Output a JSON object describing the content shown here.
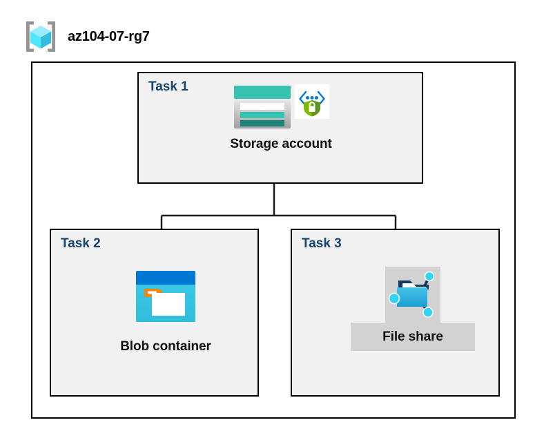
{
  "diagram": {
    "background_color": "#ffffff",
    "title_color": "#000000",
    "task_label_color": "#17446e",
    "box_fill": "#f1f1f1",
    "box_border": "#000000",
    "highlight_fill": "#d2d2d2",
    "connector_color": "#1a1a1a"
  },
  "header": {
    "title": "az104-07-rg7",
    "icon": "resource-group-icon"
  },
  "container": {
    "name": "resource-group-container"
  },
  "tasks": [
    {
      "id": "task1",
      "label": "Task 1",
      "node": {
        "caption": "Storage account",
        "icons": [
          "storage-account-icon",
          "secure-encryption-icon"
        ],
        "highlighted": false
      }
    },
    {
      "id": "task2",
      "label": "Task 2",
      "node": {
        "caption": "Blob container",
        "icons": [
          "blob-container-icon"
        ],
        "highlighted": false
      }
    },
    {
      "id": "task3",
      "label": "Task 3",
      "node": {
        "caption": "File share",
        "icons": [
          "file-share-icon"
        ],
        "highlighted": true
      }
    }
  ],
  "connections": [
    {
      "from": "task1",
      "to": "task2"
    },
    {
      "from": "task1",
      "to": "task3"
    }
  ],
  "colors": {
    "azure_blue": "#0078d4",
    "cyan": "#32bedd",
    "cube_light": "#9cebff",
    "cube_mid": "#50e6ff",
    "cube_dark": "#32bedd",
    "bracket_gray": "#949494",
    "storage_teal": "#37c2b1",
    "storage_teal_dark": "#1f8277",
    "storage_gray": "#b3b3b3",
    "shield_green": "#5e9624",
    "shield_green_light": "#7fba00",
    "orange_tag": "#f2870d",
    "navy": "#0f3b61"
  }
}
